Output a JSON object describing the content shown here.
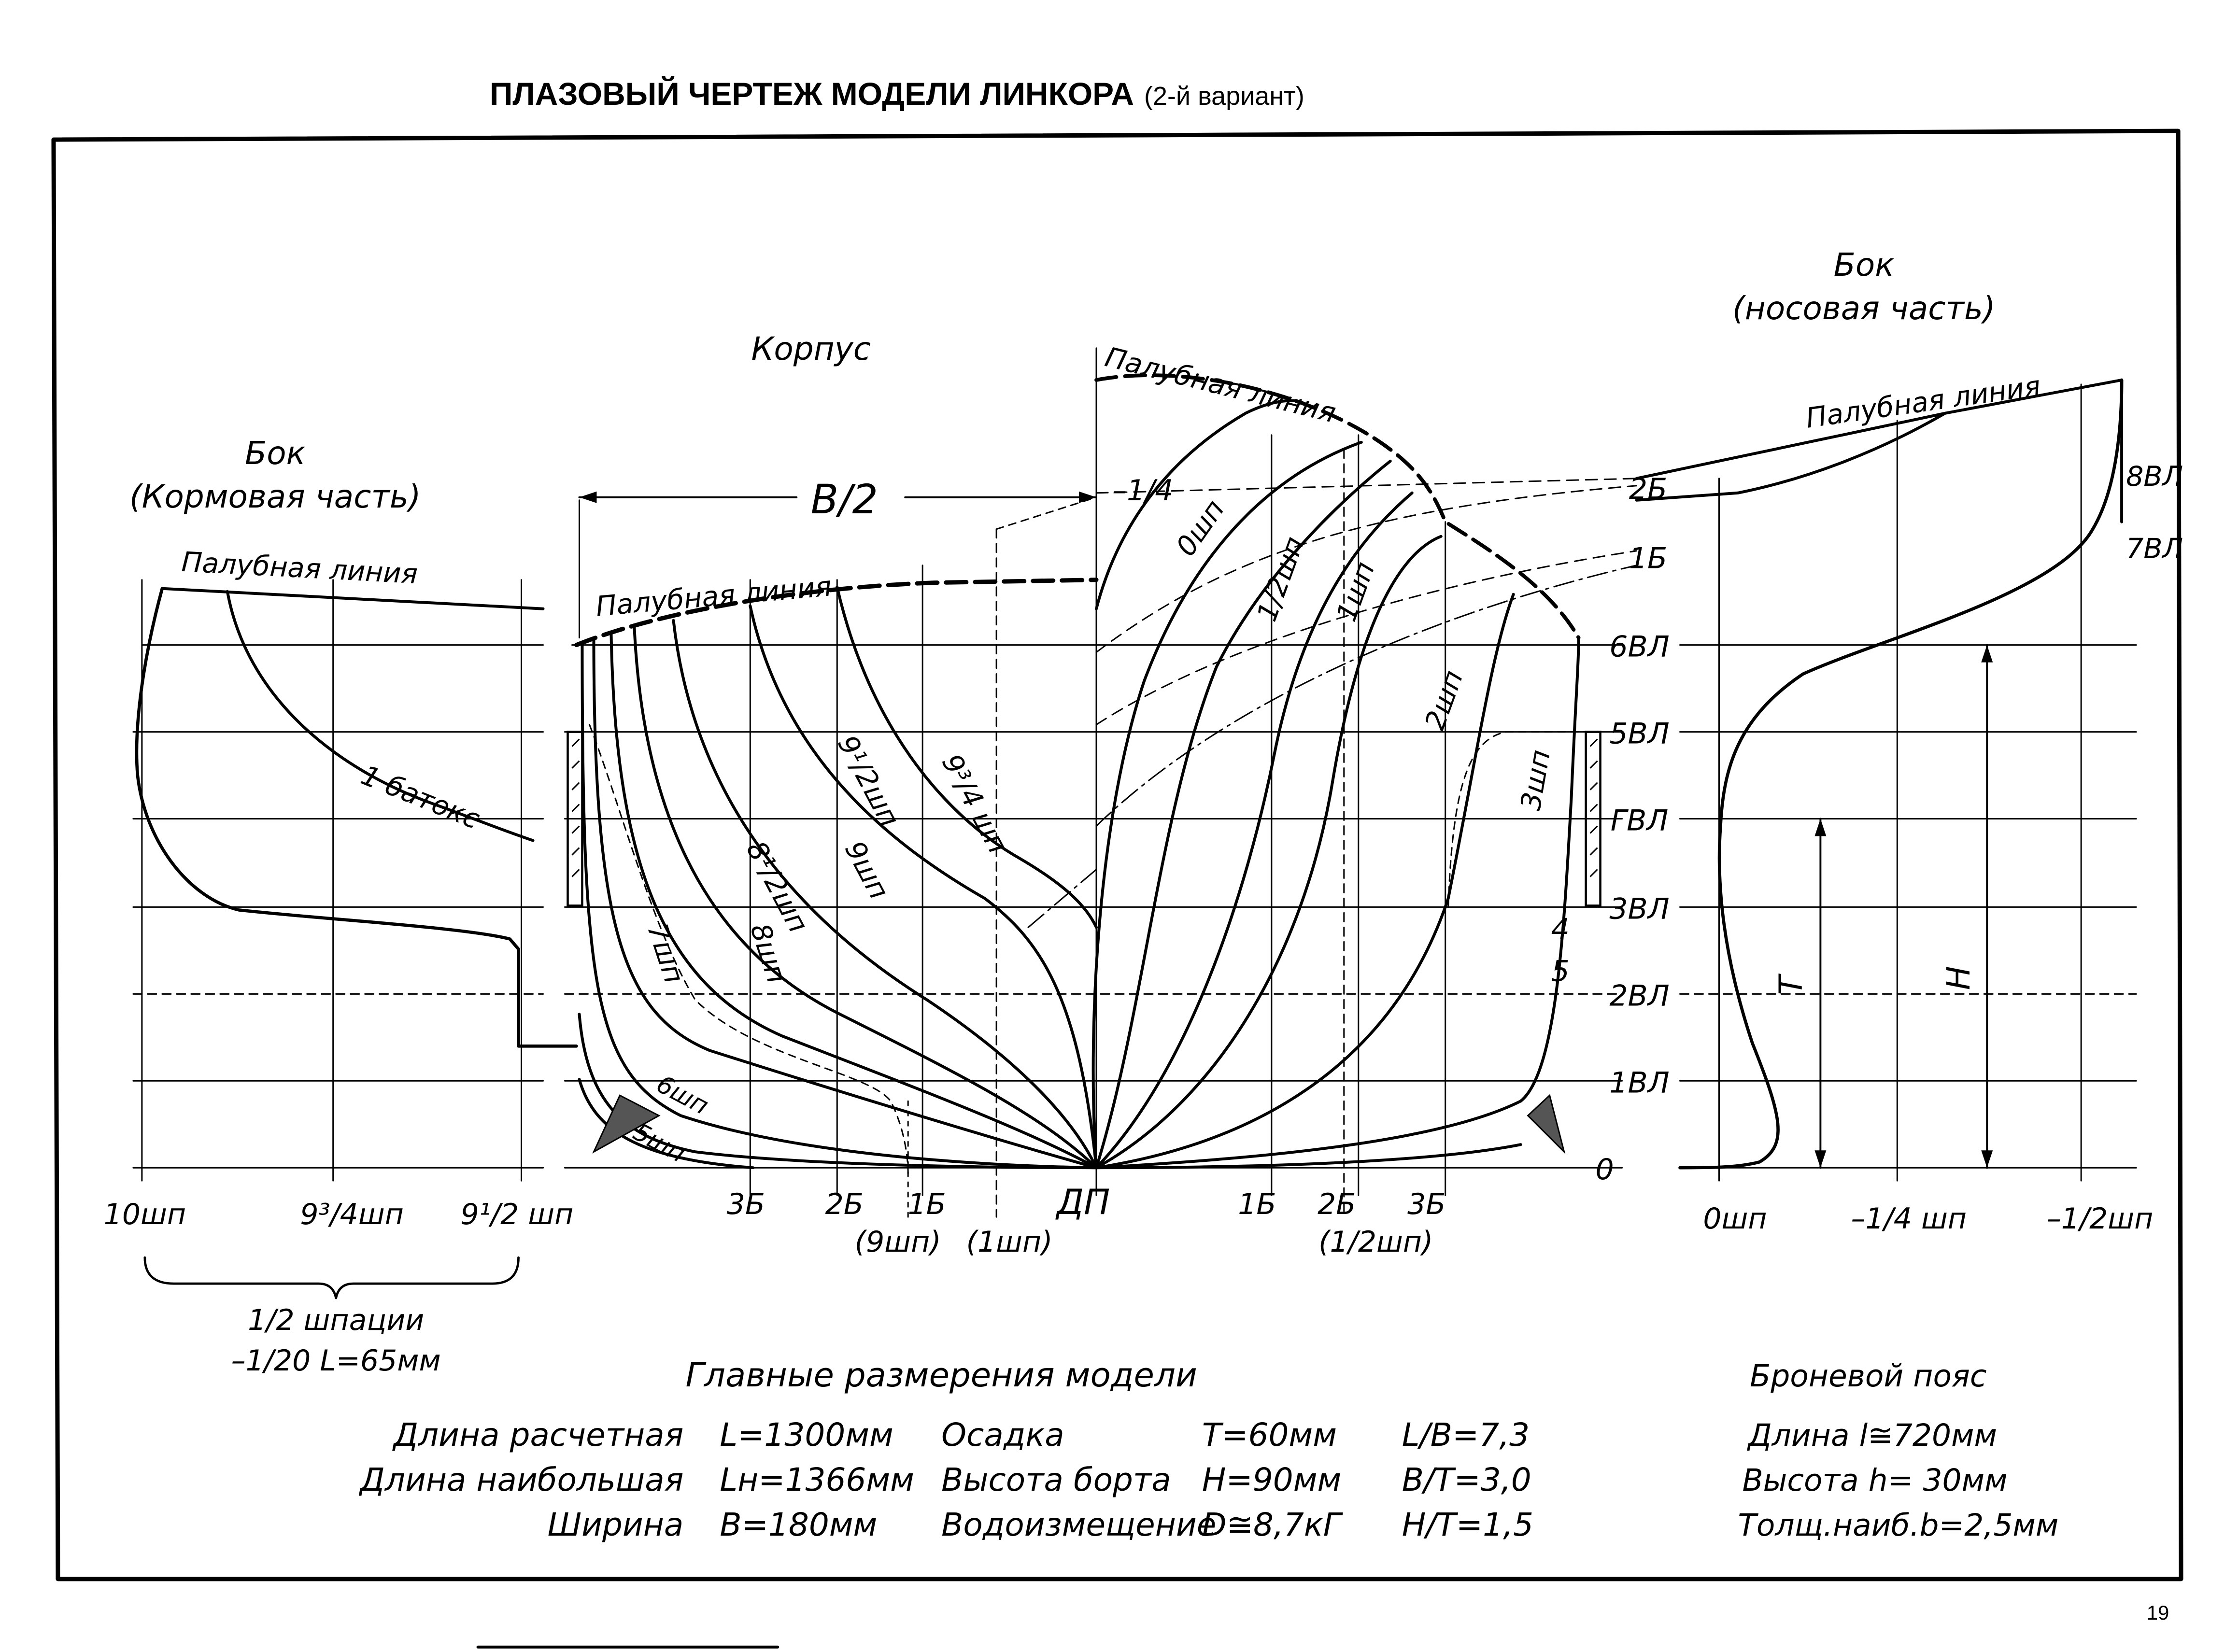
{
  "title": {
    "main": "ПЛАЗОВЫЙ ЧЕРТЕЖ МОДЕЛИ ЛИНКОРА",
    "variant": "(2-й вариант)"
  },
  "page_number": "19",
  "views": {
    "stern_side": {
      "title": "Бок",
      "subtitle": "(Кормовая часть)",
      "deck_line": "Палубная линия",
      "buttock_label": "1 батокс",
      "axis_labels": [
        "10шп",
        "9³/4шп",
        "9¹/2 шп"
      ],
      "brace_line1": "1/2 шпации",
      "brace_line2": "–1/20 L=65мм"
    },
    "body_plan": {
      "title": "Корпус",
      "half_breadth": "B/2",
      "deck_line_left": "Палубная линия",
      "deck_line_right": "Палубная линия",
      "frame_labels_left": [
        "9¹/2шп",
        "9³/4 шп",
        "8¹/2шп",
        "9шп",
        "7шп",
        "8шп",
        "6шп",
        "5шп"
      ],
      "frame_labels_right": [
        "–1/4",
        "0шп",
        "1/2шп",
        "1шп",
        "2шп",
        "3шп",
        "4",
        "5"
      ],
      "axis_labels": [
        "3Б",
        "2Б",
        "1Б",
        "ДП",
        "1Б",
        "2Б",
        "3Б"
      ],
      "axis_sublabels": [
        "(9шп)",
        "(1шп)",
        "(1/2шп)"
      ],
      "buttock_labels": [
        "2Б",
        "1Б"
      ],
      "waterlines": [
        "6ВЛ",
        "5ВЛ",
        "ГВЛ",
        "3ВЛ",
        "2ВЛ",
        "1ВЛ",
        "0"
      ]
    },
    "bow_side": {
      "title": "Бок",
      "subtitle": "(носовая часть)",
      "deck_line": "Палубная линия",
      "waterlines": [
        "8ВЛ",
        "7ВЛ"
      ],
      "dim_T": "T",
      "dim_H": "H",
      "axis_labels": [
        "0шп",
        "–1/4 шп",
        "–1/2шп"
      ]
    }
  },
  "dimensions": {
    "title": "Главные размерения модели",
    "rows": [
      {
        "label": "Длина расчетная",
        "value": "L=1300мм",
        "label2": "Осадка",
        "value2": "T=60мм",
        "ratio": "L/B=7,3"
      },
      {
        "label": "Длина наибольшая",
        "value": "Lн=1366мм",
        "label2": "Высота борта",
        "value2": "H=90мм",
        "ratio": "B/T=3,0"
      },
      {
        "label": "Ширина",
        "value": "B=180мм",
        "label2": "Водоизмещение",
        "value2": "D≅8,7кГ",
        "ratio": "H/T=1,5"
      }
    ]
  },
  "armor_belt": {
    "title": "Броневой пояс",
    "rows": [
      "Длина l≅720мм",
      "Высота h= 30мм",
      "Толщ.наиб.b=2,5мм"
    ]
  }
}
